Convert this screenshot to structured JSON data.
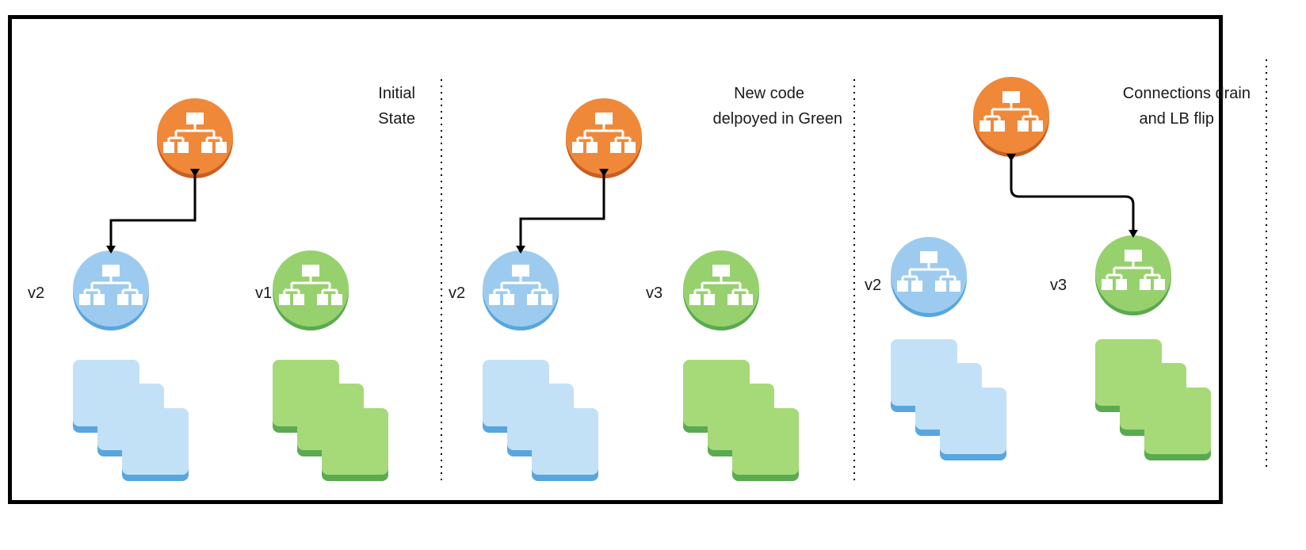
{
  "colors": {
    "load_balancer": "#f0883a",
    "load_balancer_dark": "#c85f20",
    "blue": "#9dcbef",
    "blue_dark": "#58a6e0",
    "blue_instance": "#c3e1f6",
    "green": "#97d16d",
    "green_dark": "#5aaa50",
    "green_instance": "#a6d978",
    "connector": "#000000"
  },
  "icons": {
    "load_balancer": "network-hierarchy-icon",
    "environment": "network-hierarchy-icon",
    "instances": "stacked-instances-icon"
  },
  "panels": [
    {
      "caption": [
        "Initial",
        "State"
      ],
      "blue_label": "v2",
      "green_label": "v1",
      "active": "blue"
    },
    {
      "caption": [
        "New code",
        "delpoyed in Green"
      ],
      "blue_label": "v2",
      "green_label": "v3",
      "active": "blue"
    },
    {
      "caption": [
        "Connections drain",
        "and LB flip"
      ],
      "blue_label": "v2",
      "green_label": "v3",
      "active": "green"
    }
  ]
}
